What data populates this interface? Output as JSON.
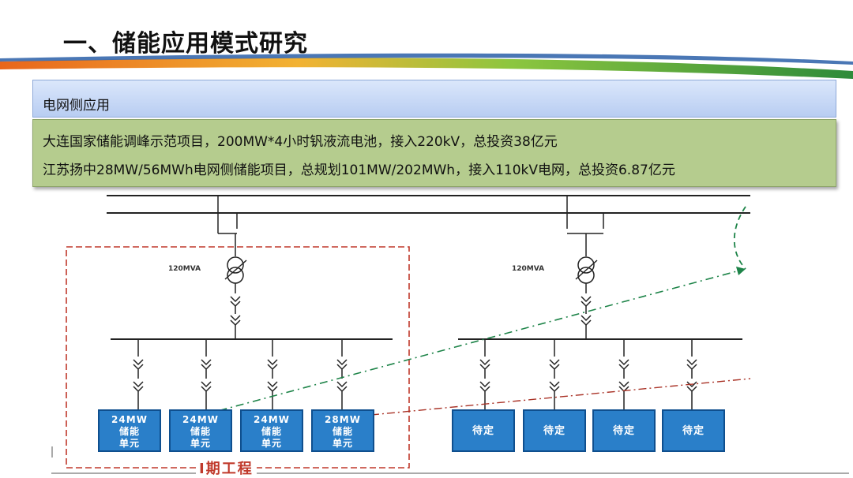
{
  "slide": {
    "title": "一、储能应用模式研究"
  },
  "section": {
    "header": "电网侧应用"
  },
  "projects": [
    "大连国家储能调峰示范项目，200MW*4小时钒液流电池，接入220kV，总投资38亿元",
    "江苏扬中28MW/56MWh电网侧储能项目，总规划101MW/202MWh，接入110kV电网，总投资6.87亿元"
  ],
  "diagram": {
    "left_transformer_rating": "120MVA",
    "right_transformer_rating": "120MVA",
    "phase_label": "I期工程",
    "left_units": [
      {
        "power": "24MW",
        "line1": "储能",
        "line2": "单元"
      },
      {
        "power": "24MW",
        "line1": "储能",
        "line2": "单元"
      },
      {
        "power": "24MW",
        "line1": "储能",
        "line2": "单元"
      },
      {
        "power": "28MW",
        "line1": "储能",
        "line2": "单元"
      }
    ],
    "right_units": [
      {
        "label": "待定"
      },
      {
        "label": "待定"
      },
      {
        "label": "待定"
      },
      {
        "label": "待定"
      }
    ]
  },
  "colors": {
    "unit_fill": "#2a7fc9",
    "phase_border": "#c0392b",
    "green_dashed": "#1e8449",
    "red_dashdot": "#a93226"
  }
}
